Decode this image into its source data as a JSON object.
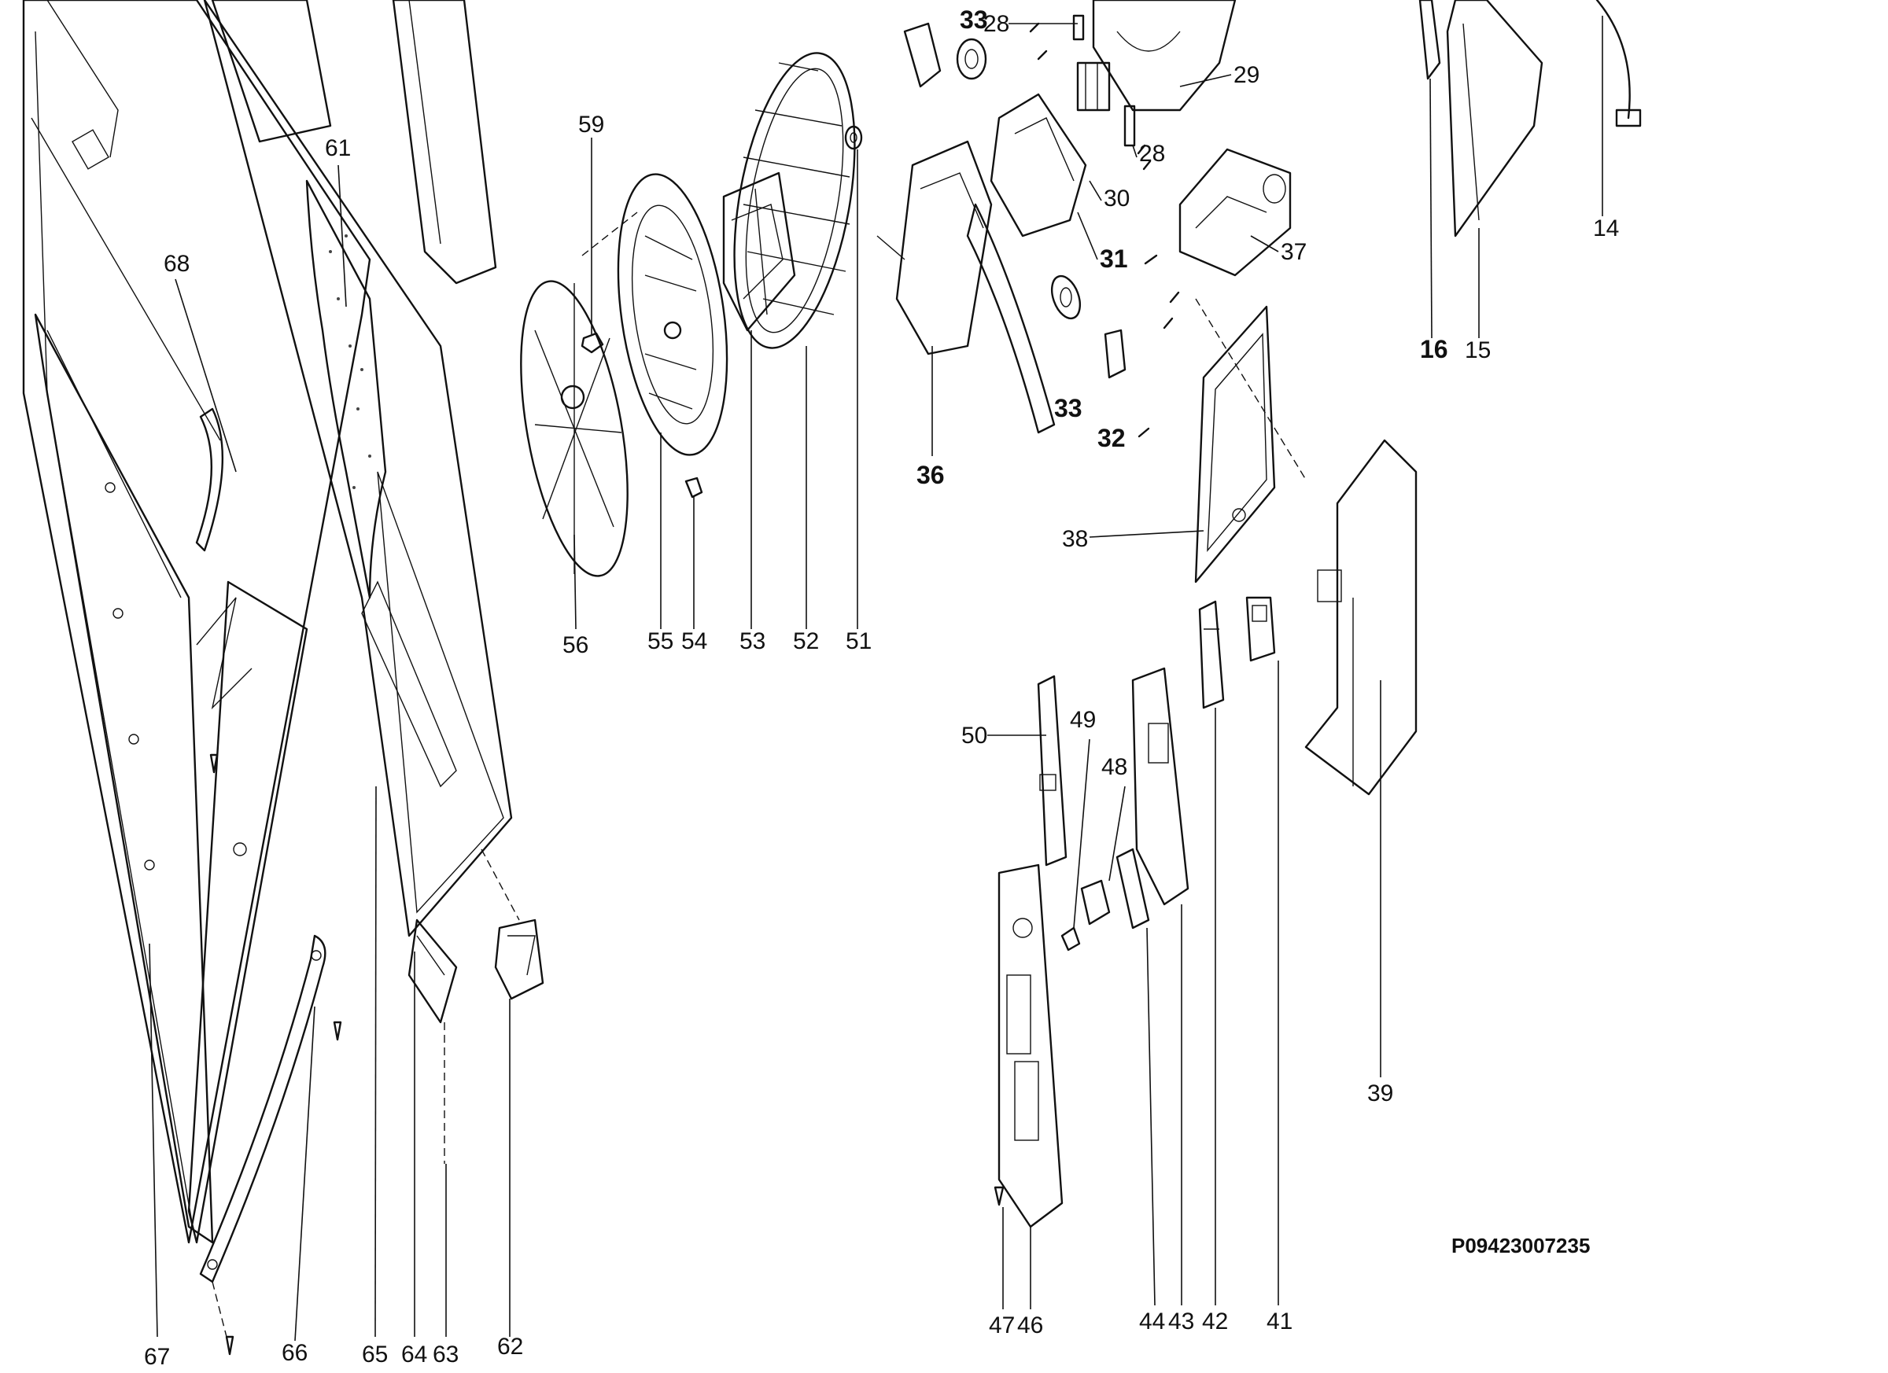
{
  "diagram": {
    "document_code": "P09423007235",
    "callouts": [
      "14",
      "15",
      "16",
      "28",
      "28",
      "29",
      "30",
      "31",
      "32",
      "33",
      "33",
      "36",
      "37",
      "38",
      "39",
      "41",
      "42",
      "43",
      "44",
      "46",
      "47",
      "48",
      "49",
      "50",
      "51",
      "52",
      "53",
      "54",
      "55",
      "56",
      "59",
      "61",
      "62",
      "63",
      "64",
      "65",
      "66",
      "67",
      "68"
    ],
    "colors": {
      "ink": "#111111",
      "paper": "#ffffff"
    }
  }
}
